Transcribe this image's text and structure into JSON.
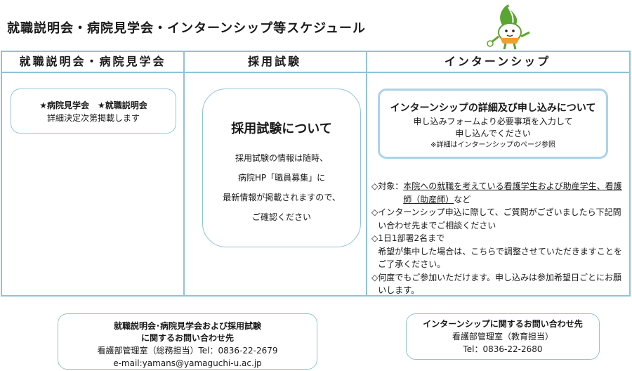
{
  "page": {
    "title": "就職説明会・病院見学会・インターンシップ等スケジュール"
  },
  "columns": [
    {
      "label": "就職説明会・病院見学会"
    },
    {
      "label": "採用試験"
    },
    {
      "label": "インターンシップ"
    }
  ],
  "tour_card": {
    "line1": "★病院見学会　★就職説明会",
    "line2": "詳細決定次第掲載します"
  },
  "exam_card": {
    "heading": "採用試験について",
    "line1": "採用試験の情報は随時、",
    "line2": "病院HP「職員募集」に",
    "line3": "最新情報が掲載されますので、",
    "line4": "ご確認ください"
  },
  "intern_card": {
    "heading": "インターンシップの詳細及び申し込みについて",
    "line1": "申し込みフォームより必要事項を入力して",
    "line2": "申し込んでください",
    "note": "※詳細はインターンシップのページ参照"
  },
  "notes": {
    "target_mark": "◇対象：",
    "target_text": "本院への就職を考えている看護学生および助産学生、看護師（助産師）",
    "target_suffix": "など",
    "item2_mark": "◇",
    "item2_text": "インターンシップ申込に際して、ご質問がございましたら下記問い合わせ先までご相談ください",
    "item3_mark": "◇",
    "item3_line1": "1日1部署2名まで",
    "item3_line2": "希望が集中した場合は、こちらで調整させていただきますことをご了承ください。",
    "item4_mark": "◇",
    "item4_text": "何度でもご参加いただけます。申し込みは参加希望日ごとにお願いします。"
  },
  "contact_left": {
    "heading1": "就職説明会･病院見学会および採用試験",
    "heading2": "に関するお問い合わせ先",
    "line1": "看護部管理室（総務担当）Tel：0836-22-2679",
    "line2": "e-mail:yamans@yamaguchi-u.ac.jp"
  },
  "contact_right": {
    "heading": "インターンシップに関するお問い合わせ先",
    "line1": "看護部管理室（教育担当）",
    "line2": "Tel：0836-22-2680"
  },
  "colors": {
    "border": "#8fc3d9",
    "mascot_green": "#5aa532",
    "mascot_orange": "#f0a030"
  },
  "icons": {
    "mascot": "mascot-character-icon"
  }
}
